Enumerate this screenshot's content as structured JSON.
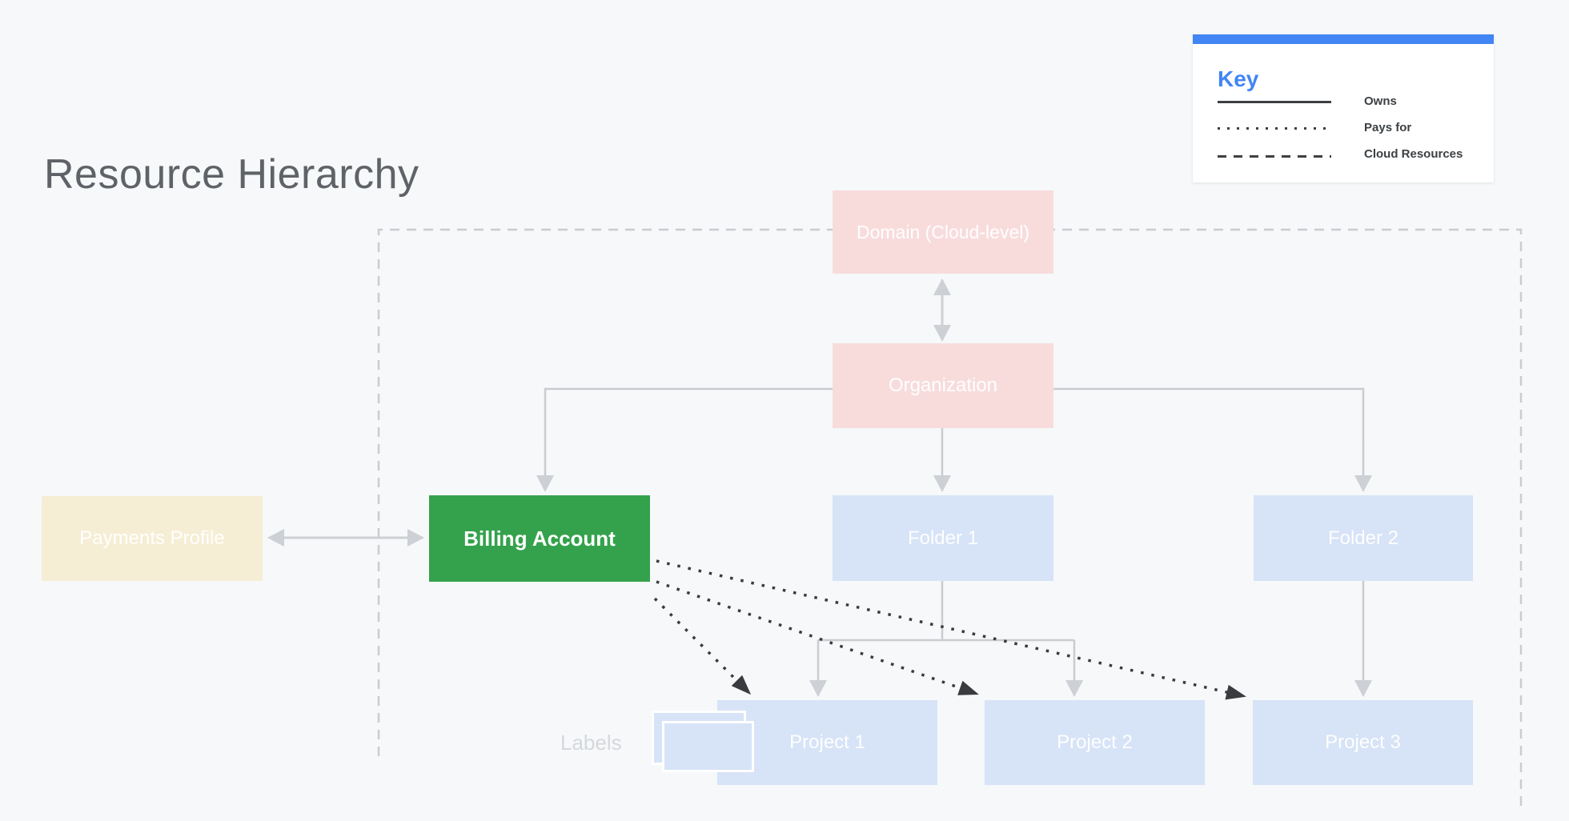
{
  "page": {
    "title": "Resource Hierarchy",
    "background_color": "#F6F8F9",
    "title_color": "#5F6368"
  },
  "legend": {
    "title": "Key",
    "accent_color": "#4285F4",
    "items": [
      {
        "line_style": "solid",
        "label": "Owns"
      },
      {
        "line_style": "dotted",
        "label": "Pays for"
      },
      {
        "line_style": "dashed",
        "label": "Cloud Resources"
      }
    ],
    "label_color": "#3C4043"
  },
  "nodes": [
    {
      "id": "domain",
      "label": "Domain (Cloud-level)",
      "color": "#F8DCDC"
    },
    {
      "id": "organization",
      "label": "Organization",
      "color": "#F8DCDC"
    },
    {
      "id": "payments-profile",
      "label": "Payments Profile",
      "color": "#F5EED5"
    },
    {
      "id": "billing-account",
      "label": "Billing Account",
      "color": "#34A24C"
    },
    {
      "id": "folder-1",
      "label": "Folder 1",
      "color": "#D7E3F7"
    },
    {
      "id": "folder-2",
      "label": "Folder 2",
      "color": "#D7E3F7"
    },
    {
      "id": "project-1",
      "label": "Project 1",
      "color": "#D7E3F7"
    },
    {
      "id": "project-2",
      "label": "Project 2",
      "color": "#D7E3F7"
    },
    {
      "id": "project-3",
      "label": "Project 3",
      "color": "#D7E3F7"
    }
  ],
  "annotations": {
    "labels_caption": "Labels"
  },
  "connector_colors": {
    "owns_line": "#C9CCD1",
    "pays_for_line": "#3A3B3E",
    "cloud_resources_boundary": "#C9CCD1"
  }
}
